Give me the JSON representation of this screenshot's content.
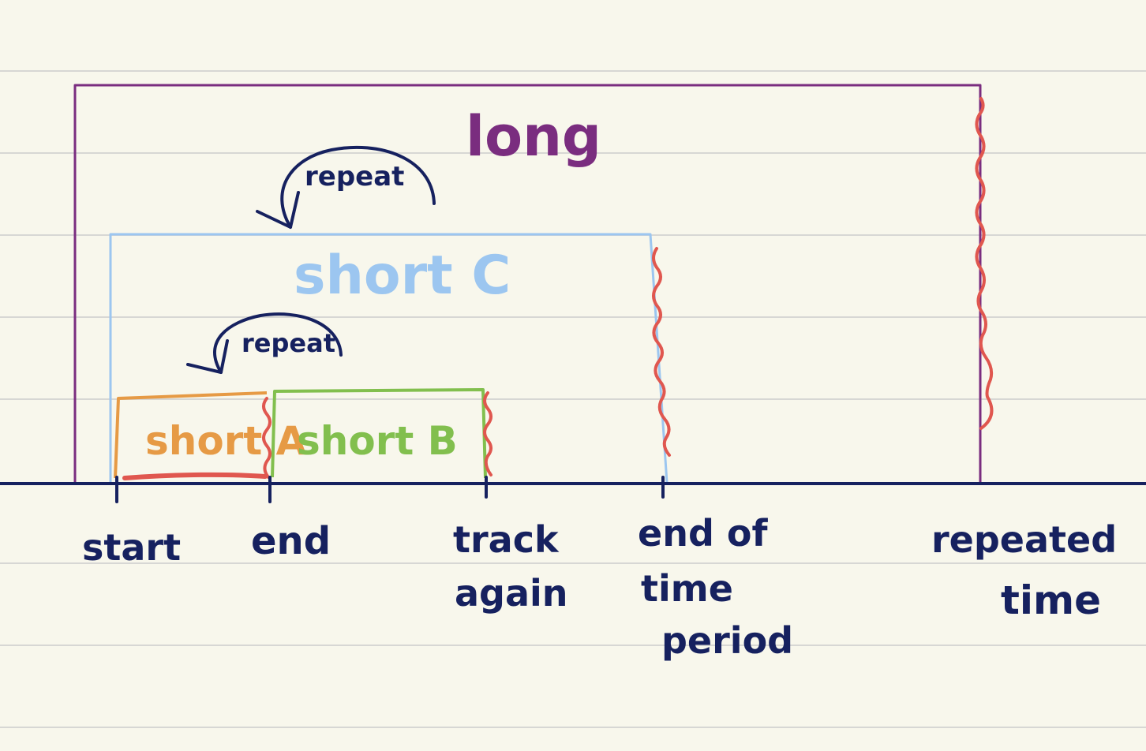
{
  "labels": {
    "long": "long",
    "short_c": "short C",
    "short_a": "short A",
    "short_b": "short B",
    "repeat_top": "repeat",
    "repeat_bottom": "repeat"
  },
  "axis_labels": {
    "start": "start",
    "end": "end",
    "track_again_1": "track",
    "track_again_2": "again",
    "end_period_1": "end of",
    "end_period_2": "time",
    "end_period_3": "period",
    "repeated_1": "repeated",
    "repeated_2": "time"
  },
  "colors": {
    "paper": "#f8f7ec",
    "rule": "#d4d4d4",
    "ink": "#16215f",
    "long": "#7a2d7f",
    "short_c": "#9cc6f0",
    "short_a": "#e69a45",
    "short_b": "#82bf4e",
    "cutoff": "#e0574f"
  }
}
